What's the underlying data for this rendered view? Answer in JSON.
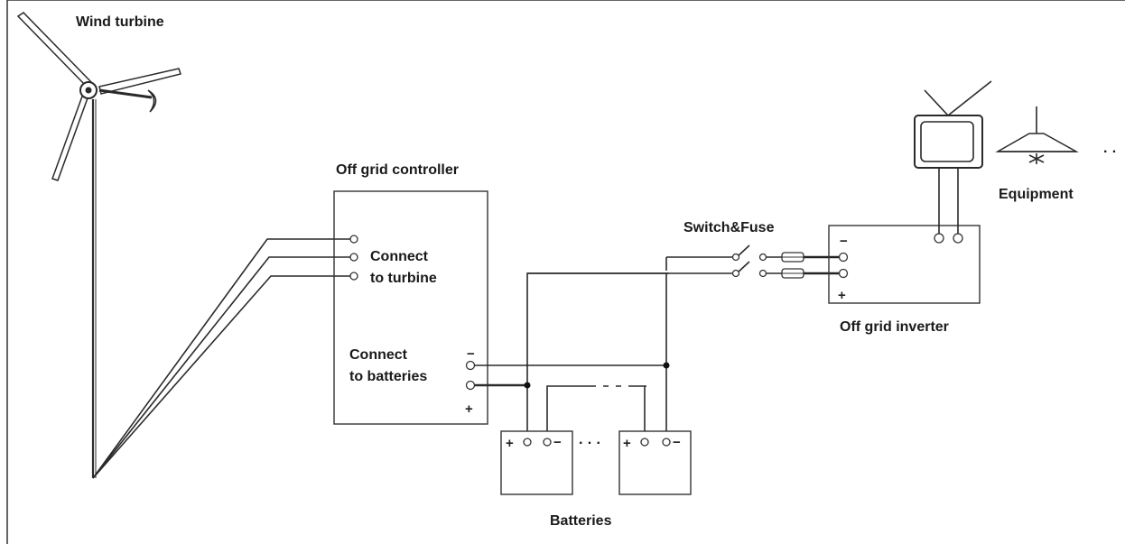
{
  "labels": {
    "wind_turbine": "Wind turbine",
    "controller": "Off grid controller",
    "connect_turbine_1": "Connect",
    "connect_turbine_2": "to turbine",
    "connect_batteries_1": "Connect",
    "connect_batteries_2": "to batteries",
    "switch_fuse": "Switch&Fuse",
    "inverter": "Off grid inverter",
    "equipment": "Equipment",
    "batteries": "Batteries"
  },
  "symbols": {
    "minus": "−",
    "plus": "+",
    "ellipsis_dots": "· · ·",
    "equipment_more": "· ·"
  }
}
